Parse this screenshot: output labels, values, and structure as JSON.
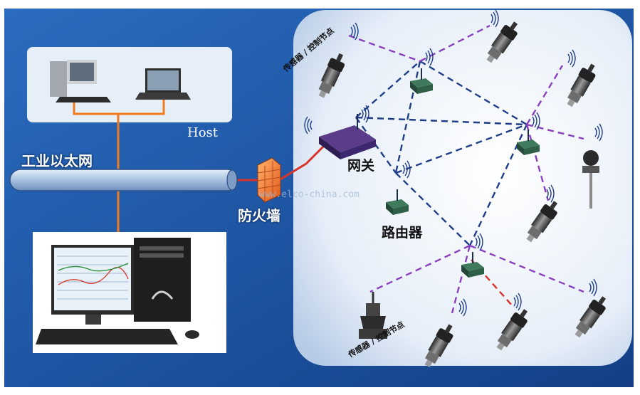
{
  "labels": {
    "host": "Host",
    "ethernet": "工业以太网",
    "firewall": "防火墙",
    "gateway": "网关",
    "router": "路由器",
    "sensor_node_top": "传感器 / 控制节点",
    "sensor_node_bottom": "传感器 / 控制节点",
    "watermark": "www.elco-china.com"
  },
  "colors": {
    "background": "#1f5aa8",
    "mesh_panel": "#eef4fb",
    "host_panel": "#e6eef8",
    "ethernet_pipe": "#b9cde6",
    "wired_link": "#f07a1e",
    "mesh_link": "#1f3e8a",
    "sensor_link": "#8a3fbf",
    "red_link": "#d8342a"
  },
  "icons": [
    "desktop-computer-icon",
    "laptop-icon",
    "workstation-icon",
    "firewall-icon",
    "gateway-icon",
    "router-icon",
    "pressure-sensor-icon",
    "valve-icon",
    "temperature-sensor-icon",
    "wireless-signal-icon"
  ]
}
